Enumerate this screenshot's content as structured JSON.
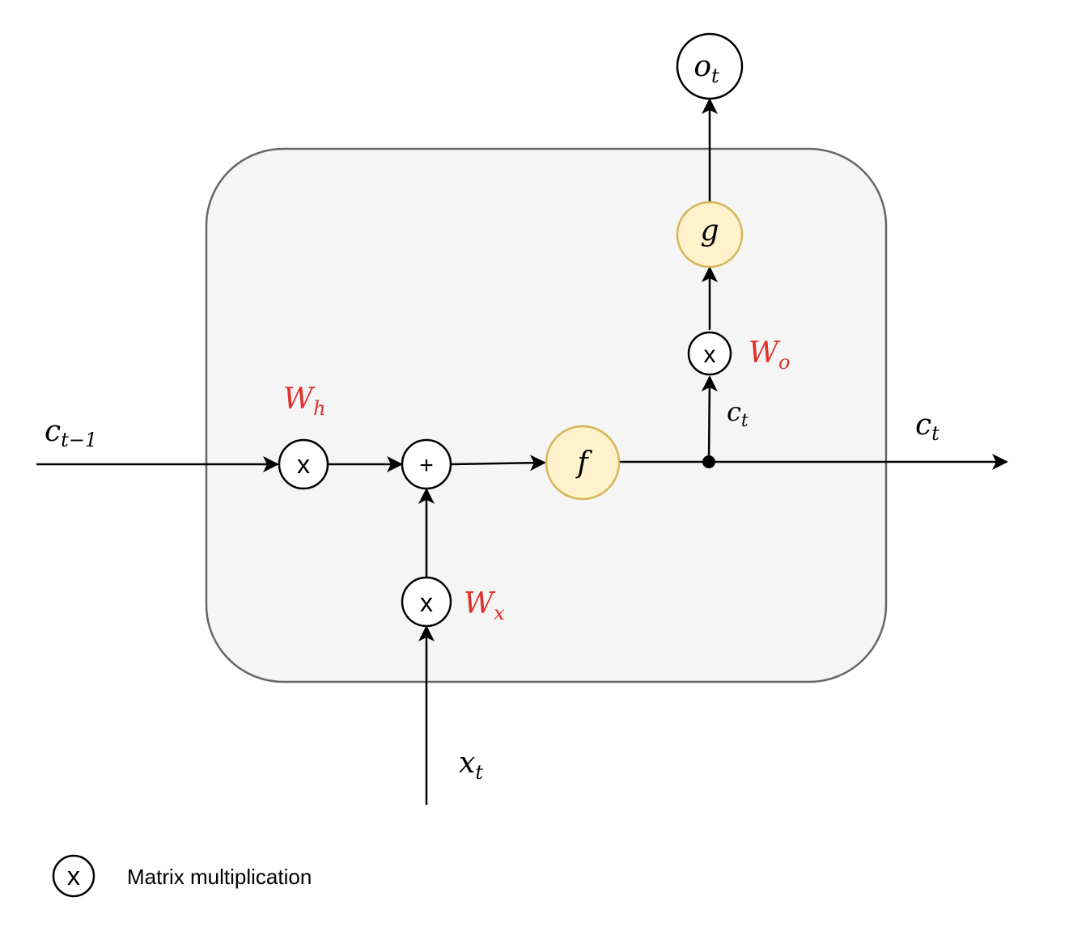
{
  "labels": {
    "input_prev_state": {
      "base": "c",
      "sub": "t−1"
    },
    "input_x": {
      "base": "x",
      "sub": "t"
    },
    "output_state": {
      "base": "c",
      "sub": "t"
    },
    "branch_state": {
      "base": "c",
      "sub": "t"
    },
    "output_o": {
      "base": "o",
      "sub": "t"
    },
    "weight_h": {
      "base": "W",
      "sub": "h"
    },
    "weight_x": {
      "base": "W",
      "sub": "x"
    },
    "weight_o": {
      "base": "W",
      "sub": "o"
    }
  },
  "nodes": {
    "mult_symbol": "x",
    "add_symbol": "+",
    "activation_f": "f",
    "activation_g": "g"
  },
  "legend": {
    "symbol": "x",
    "text": "Matrix multiplication"
  },
  "colors": {
    "cell_fill": "#f5f5f5",
    "cell_stroke": "#666666",
    "activation_fill": "#fff2cc",
    "activation_stroke": "#d6b656",
    "weight_label": "#e0302a",
    "line": "#000000"
  }
}
